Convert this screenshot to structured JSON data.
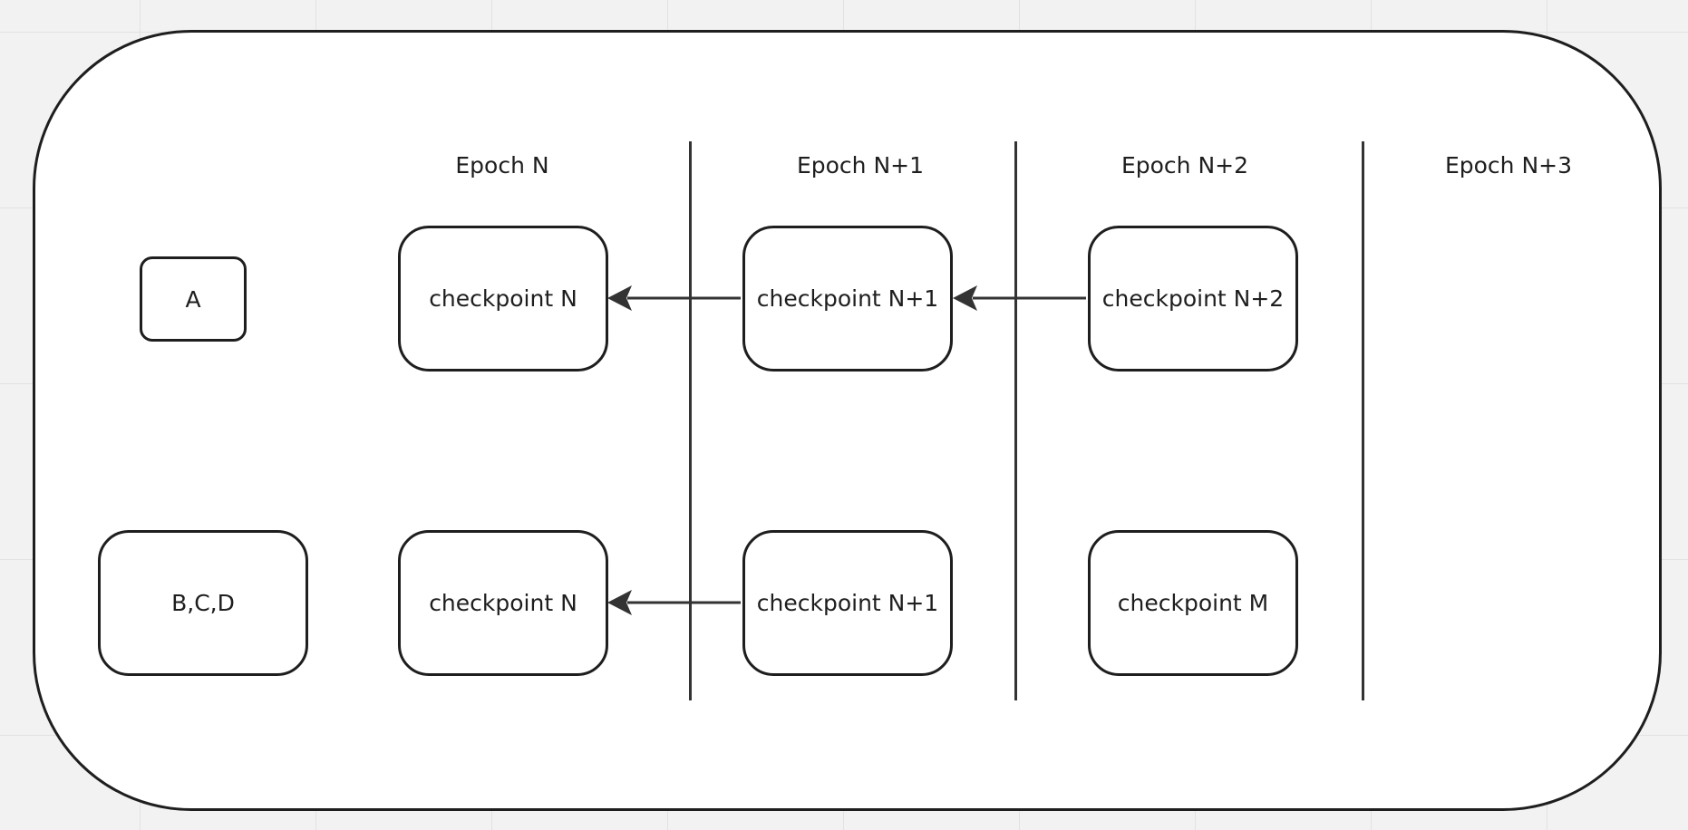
{
  "epochs": {
    "e0": "Epoch N",
    "e1": "Epoch N+1",
    "e2": "Epoch N+2",
    "e3": "Epoch N+3"
  },
  "rows": {
    "top": {
      "group": "A",
      "c0": "checkpoint N",
      "c1": "checkpoint N+1",
      "c2": "checkpoint N+2"
    },
    "bottom": {
      "group": "B,C,D",
      "c0": "checkpoint N",
      "c1": "checkpoint N+1",
      "c2": "checkpoint M"
    }
  },
  "colors": {
    "stroke": "#1e1e1e",
    "canvas": "#f2f2f2",
    "grid": "#e2e2e2",
    "frame_fill": "#ffffff",
    "arrow": "#333333"
  }
}
